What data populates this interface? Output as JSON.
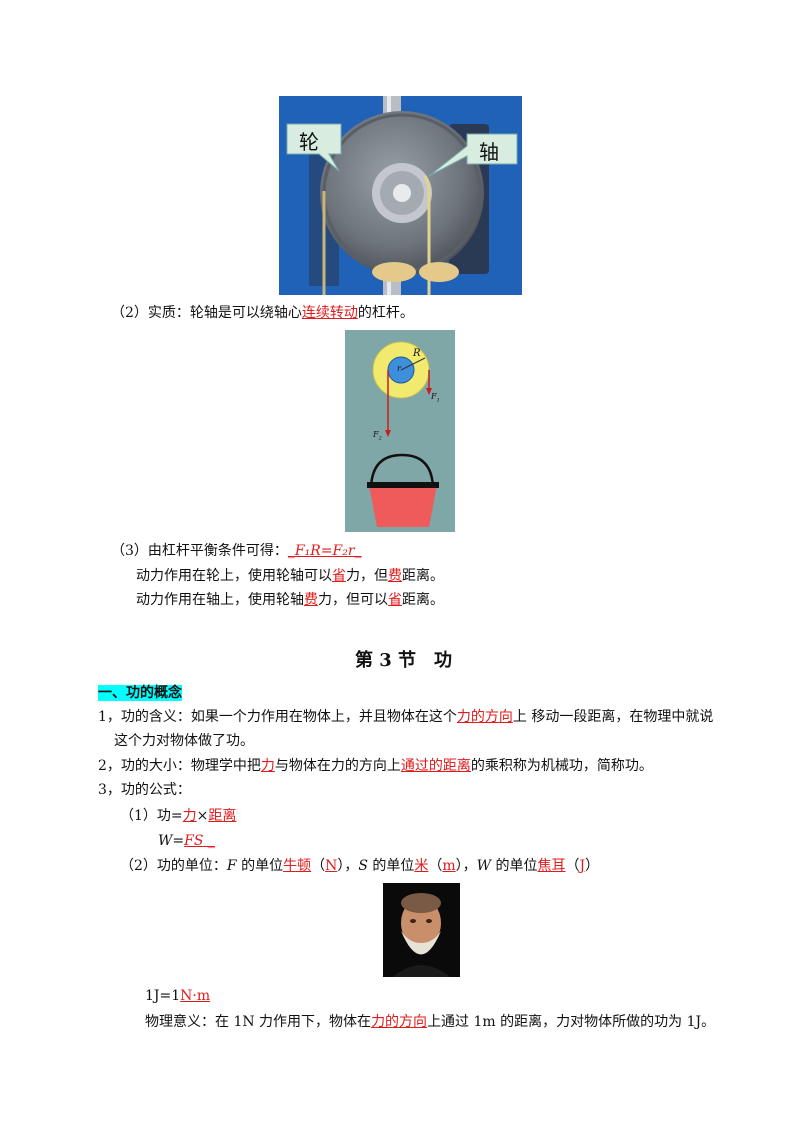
{
  "figure_pulley": {
    "label_wheel": "轮",
    "label_axle": "轴"
  },
  "essence": {
    "prefix": "（2）实质：轮轴是可以绕轴心",
    "answer": "连续转动",
    "suffix": "的杠杆。"
  },
  "figure_diagram": {
    "label_R": "R",
    "label_r": "r",
    "label_F1": "F",
    "label_F1_sub": "1",
    "label_F2": "F",
    "label_F2_sub": "2"
  },
  "balance": {
    "prefix": "（3）由杠杆平衡条件可得：",
    "formula_pre": "_",
    "formula": "F₁R=F₂r",
    "formula_post": "_",
    "line2_a": "动力作用在轮上，使用轮轴可以",
    "line2_b": "省",
    "line2_c": "力，但",
    "line2_d": "费",
    "line2_e": "距离。",
    "line3_a": "动力作用在轴上，使用轮轴",
    "line3_b": "费",
    "line3_c": "力，但可以",
    "line3_d": "省",
    "line3_e": "距离。"
  },
  "section_title": "第 3 节　功",
  "sub_heading": "一、功的概念",
  "item1": {
    "a": "1，功的含义：如果一个力作用在物体上，并且物体在这个",
    "b": "力的方向",
    "c": "上  移动一段距离，在物理中就说",
    "d": "这个力对物体做了功。"
  },
  "item2": {
    "a": "2，功的大小：物理学中把",
    "b": "力",
    "c": "与物体在力的方向上",
    "d": "通过的距离",
    "e": "的乘积称为机械功，简称功。"
  },
  "item3": {
    "a": "3，功的公式：",
    "f1_a": "（1）功=",
    "f1_b": "力",
    "f1_c": "×",
    "f1_d": "距离 ",
    "f2_a": "W",
    "f2_b": "=",
    "f2_c": "FS",
    "f2_d": " _",
    "u_a": "（2）功的单位：",
    "u_F": "F",
    "u_b": " 的单位",
    "u_newton": "牛顿",
    "u_c": "（",
    "u_N": "N",
    "u_d": "），",
    "u_S": "S",
    "u_e": " 的单位",
    "u_meter": "米",
    "u_f": "（",
    "u_m": "m",
    "u_g": "），",
    "u_W": "W",
    "u_h": " 的单位",
    "u_joule": "焦耳",
    "u_i": "（",
    "u_J": "J",
    "u_j": "）"
  },
  "joule_def": {
    "a": "1J=1",
    "b": "N·m"
  },
  "meaning": {
    "a": "物理意义：在 1N 力作用下，物体在",
    "b": "力的方向",
    "c": "上通过 1m 的距离，力对物体所做的功为 1J。"
  }
}
